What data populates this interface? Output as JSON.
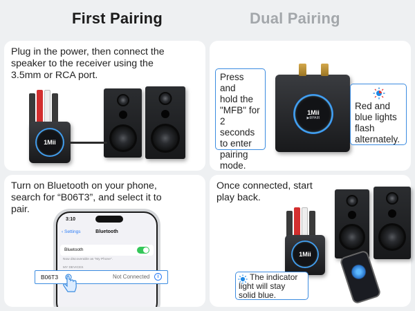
{
  "tabs": {
    "first": "First Pairing",
    "dual": "Dual Pairing"
  },
  "step1": {
    "text_lines": [
      "Plug in the power, then connect the",
      "speaker to the receiver using the",
      "3.5mm or RCA port."
    ]
  },
  "step2": {
    "callout_lines": [
      "Press and",
      "hold the",
      "\"MFB\" for",
      "2 seconds",
      "to enter",
      "pairing",
      "mode."
    ],
    "lights_lines": [
      "Red and",
      "blue lights",
      "flash",
      "alternately."
    ]
  },
  "step3": {
    "text_lines": [
      "Turn on Bluetooth on your phone,",
      "search for “B06T3”, and select it to",
      "pair."
    ],
    "phone": {
      "time": "3:10",
      "back": "Settings",
      "title": "Bluetooth",
      "bt_label": "Bluetooth",
      "discoverable": "Now discoverable as \"My Phone\".",
      "section": "MY DEVICES",
      "device_name": "B06T3",
      "device_status": "Not Connected",
      "info": "i"
    }
  },
  "step4": {
    "text_lines": [
      "Once connected, start",
      "play back."
    ],
    "indicator_lines": [
      "The indicator",
      "light will stay",
      "solid blue."
    ]
  },
  "device": {
    "logo": "1Mii",
    "sub": "▶Ⅱ/PAIR"
  },
  "colors": {
    "accent": "#3a8be0",
    "inactive_tab": "#a3a7ab",
    "toggle": "#34c759",
    "light_red": "#e53935",
    "light_blue": "#1e88e5"
  }
}
